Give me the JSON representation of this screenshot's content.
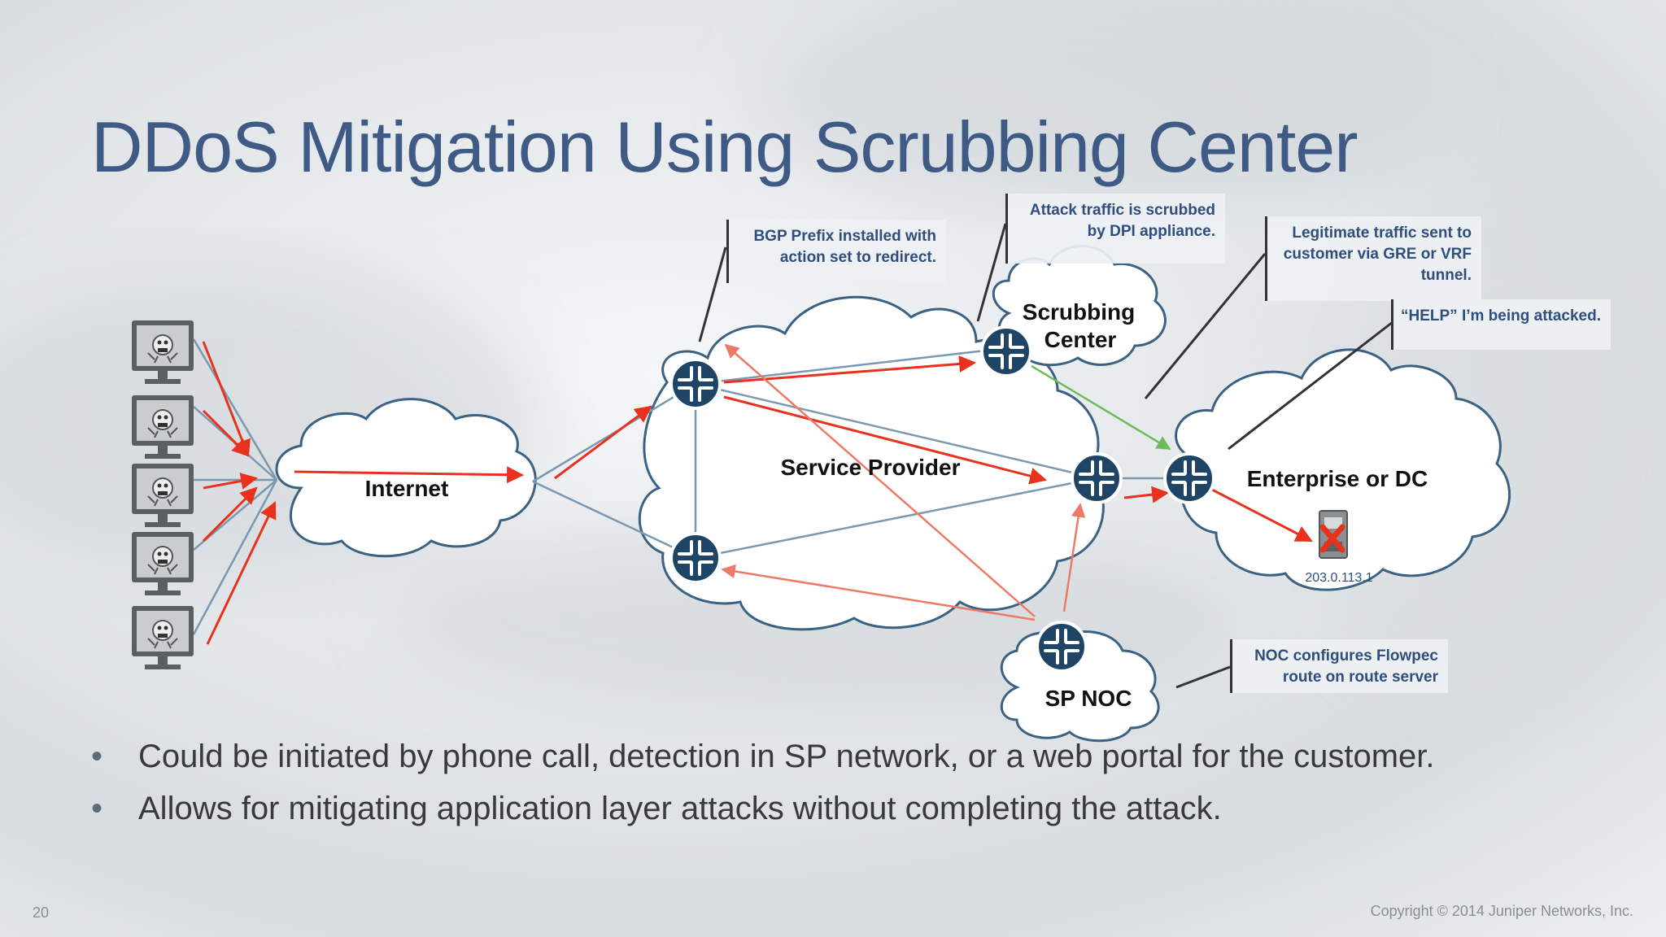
{
  "slide": {
    "title": "DDoS Mitigation Using Scrubbing Center",
    "page_number": "20",
    "copyright": "Copyright © 2014 Juniper Networks, Inc."
  },
  "diagram": {
    "clouds": {
      "internet": "Internet",
      "service_provider": "Service Provider",
      "scrubbing_center_line1": "Scrubbing",
      "scrubbing_center_line2": "Center",
      "enterprise": "Enterprise or DC",
      "sp_noc": "SP NOC"
    },
    "target_ip": "203.0.113.1",
    "callouts": {
      "bgp_line1": "BGP Prefix installed with",
      "bgp_line2": "action set to redirect.",
      "scrub_line1": "Attack traffic is scrubbed",
      "scrub_line2": "by DPI appliance.",
      "legit_line1": "Legitimate traffic sent to",
      "legit_line2": "customer via GRE or VRF",
      "legit_line3": "tunnel.",
      "help_line1": "“HELP” I’m being attacked.",
      "noc_line1": "NOC configures Flowpec",
      "noc_line2": "route on route server"
    },
    "colors": {
      "attack_arrow": "#e8321e",
      "link_line": "#7a98b0",
      "clean_arrow": "#6dbb5a",
      "router": "#1f4566",
      "title": "#3f5a85"
    },
    "icons": {
      "attacker": "infected-computer-icon",
      "router": "router-icon",
      "server": "server-icon",
      "blocked": "x-mark-icon"
    }
  },
  "bullets": [
    "Could be initiated by phone call, detection in SP network, or a web portal for the customer.",
    "Allows for mitigating application layer attacks without completing the attack."
  ]
}
